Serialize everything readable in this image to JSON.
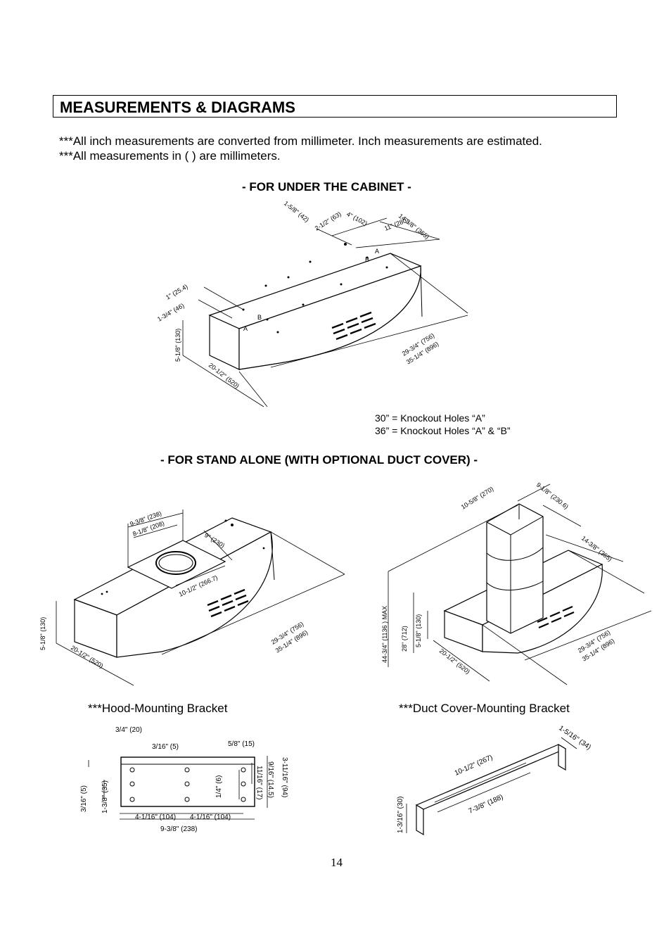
{
  "page": {
    "title": "MEASUREMENTS & DIAGRAMS",
    "note_1": "***All inch measurements are converted from millimeter.  Inch measurements are estimated.",
    "note_2": "***All measurements in ( ) are millimeters.",
    "page_number": "14"
  },
  "under_cabinet": {
    "heading": "- FOR UNDER THE CABINET -",
    "labels": {
      "d1": "1-5/8\" (42)",
      "d2": "2-1/2\" (63)",
      "d3": "4\" (102)",
      "d4": "11\" (280)",
      "d5": "14-3/8\" (365)",
      "d6": "1\" (25.4)",
      "d7": "1-3/4\" (46)",
      "d8": "5-1/8\" (130)",
      "d9": "20-1/2\" (520)",
      "d10": "29-3/4\" (756)",
      "d11": "35-1/4\" (896)",
      "hole_a": "A",
      "hole_b": "B"
    },
    "knockout_30": "30” = Knockout Holes “A”",
    "knockout_36": "36” = Knockout Holes “A” & “B”"
  },
  "stand_alone": {
    "heading": "- FOR STAND ALONE (WITH OPTIONAL DUCT COVER) -",
    "left_labels": {
      "d1": "9-3/8\" (238)",
      "d2": "8-1/8\" (208)",
      "d3": "9\" (230)",
      "d4": "10-1/2\" (266.7)",
      "d5": "5-1/8\" (130)",
      "d6": "20-1/2\" (520)",
      "d7": "29-3/4\" (756)",
      "d8": "35-1/4\" (896)"
    },
    "right_labels": {
      "d1": "10-5/8\" (270)",
      "d2": "9-1/8\" (230.6)",
      "d3": "14-3/8\" (365)",
      "d4": "44-3/4\" (1136 ) MAX",
      "d5": "28\" (712)",
      "d6": "5-1/8\" (130)",
      "d7": "20-1/2\" (520)",
      "d8": "29-3/4\" (756)",
      "d9": "35-1/4\" (896)"
    }
  },
  "brackets": {
    "hood_caption": "***Hood-Mounting Bracket",
    "duct_caption": "***Duct Cover-Mounting Bracket",
    "hood_labels": {
      "d1": "3/4\" (20)",
      "d2": "3/16\" (5)",
      "d3": "5/8\" (15)",
      "d4": "3-11/16\" (94)",
      "d5": "9/16\" (14.5)",
      "d6": "11/16\" (17)",
      "d7": "1/4\" (6)",
      "d8": "3/16\" (5)",
      "d9": "1-3/8\" (35)",
      "d10": "4-1/16\" (104)",
      "d11": "4-1/16\" (104)",
      "d12": "9-3/8\" (238)"
    },
    "duct_labels": {
      "d1": "1-5/16\" (34)",
      "d2": "10-1/2\" (267)",
      "d3": "7-3/8\" (188)",
      "d4": "1-3/16\" (30)"
    }
  }
}
